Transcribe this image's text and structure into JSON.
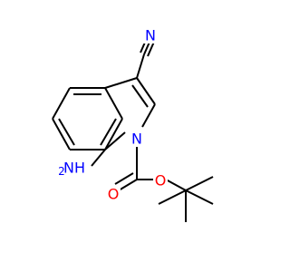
{
  "molecule": {
    "colors": {
      "carbon_bond": "#000000",
      "nitrogen": "#0000ff",
      "oxygen": "#ff0000",
      "background": "#ffffff"
    },
    "labels": {
      "nitrile_n": "N",
      "indole_n": "N",
      "amine_n": "NH",
      "amine_sub": "2",
      "carbonyl_o": "O",
      "ester_o": "O"
    }
  }
}
